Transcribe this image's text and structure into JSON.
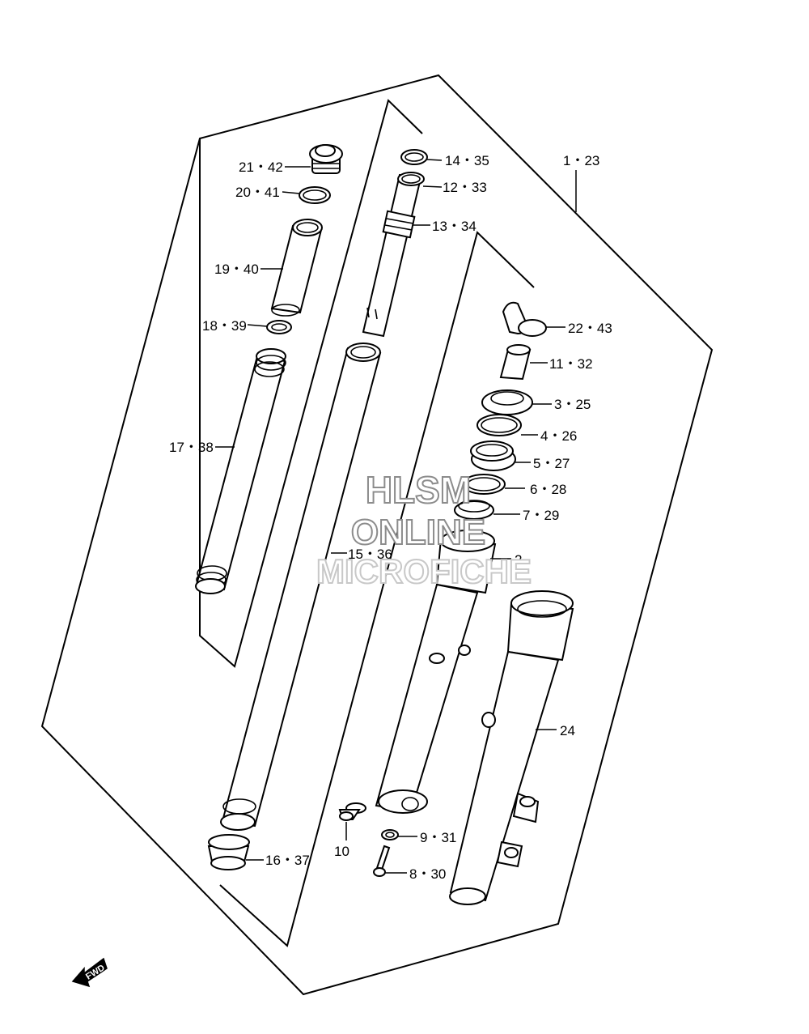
{
  "callouts": {
    "c_1_23": "1・23",
    "c_2": "2",
    "c_3_25": "3・25",
    "c_4_26": "4・26",
    "c_5_27": "5・27",
    "c_6_28": "6・28",
    "c_7_29": "7・29",
    "c_8_30": "8・30",
    "c_9_31": "9・31",
    "c_10": "10",
    "c_11_32": "11・32",
    "c_12_33": "12・33",
    "c_13_34": "13・34",
    "c_14_35": "14・35",
    "c_15_36": "15・36",
    "c_16_37": "16・37",
    "c_17_38": "17・38",
    "c_18_39": "18・39",
    "c_19_40": "19・40",
    "c_20_41": "20・41",
    "c_21_42": "21・42",
    "c_22_43": "22・43",
    "c_24": "24"
  },
  "watermark": {
    "line1": "HLSM",
    "line2": "ONLINE",
    "line3": "MICROFICHE"
  },
  "fwd_label": "FWD",
  "colors": {
    "line": "#000000",
    "background": "#ffffff",
    "watermark_dark": "#8c8c8c",
    "watermark_light": "#c8c8c8"
  }
}
